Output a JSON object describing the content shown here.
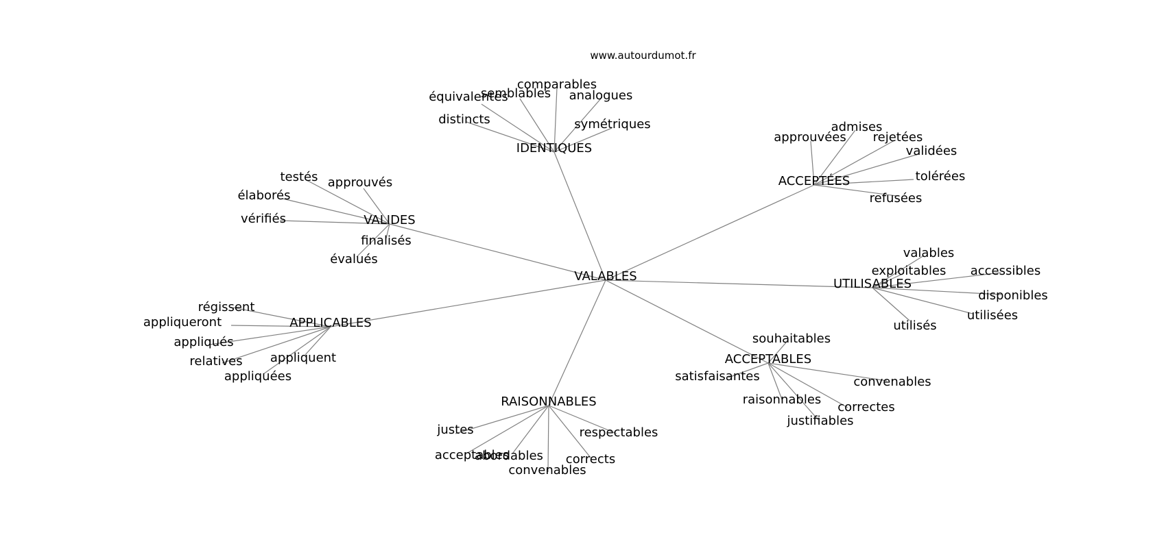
{
  "watermark": "www.autourdumot.fr",
  "colors": {
    "edge": "#808080",
    "text": "#000000",
    "background": "#ffffff"
  },
  "graph": {
    "center": "VALABLES",
    "clusters": [
      {
        "hub": "IDENTIQUES",
        "leaves": [
          "comparables",
          "semblables",
          "équivalentes",
          "analogues",
          "distincts",
          "symétriques"
        ]
      },
      {
        "hub": "ACCEPTÉES",
        "leaves": [
          "admises",
          "approuvées",
          "rejetées",
          "validées",
          "tolérées",
          "refusées"
        ]
      },
      {
        "hub": "VALIDES",
        "leaves": [
          "testés",
          "approuvés",
          "élaborés",
          "vérifiés",
          "finalisés",
          "évalués"
        ]
      },
      {
        "hub": "UTILISABLES",
        "leaves": [
          "valables",
          "exploitables",
          "accessibles",
          "disponibles",
          "utilisées",
          "utilisés"
        ]
      },
      {
        "hub": "APPLICABLES",
        "leaves": [
          "régissent",
          "appliqueront",
          "appliqués",
          "relatives",
          "appliquent",
          "appliquées"
        ]
      },
      {
        "hub": "ACCEPTABLES",
        "leaves": [
          "souhaitables",
          "satisfaisantes",
          "convenables",
          "raisonnables",
          "correctes",
          "justifiables"
        ]
      },
      {
        "hub": "RAISONNABLES",
        "leaves": [
          "justes",
          "respectables",
          "acceptables",
          "abordables",
          "corrects",
          "convenables"
        ]
      }
    ]
  }
}
